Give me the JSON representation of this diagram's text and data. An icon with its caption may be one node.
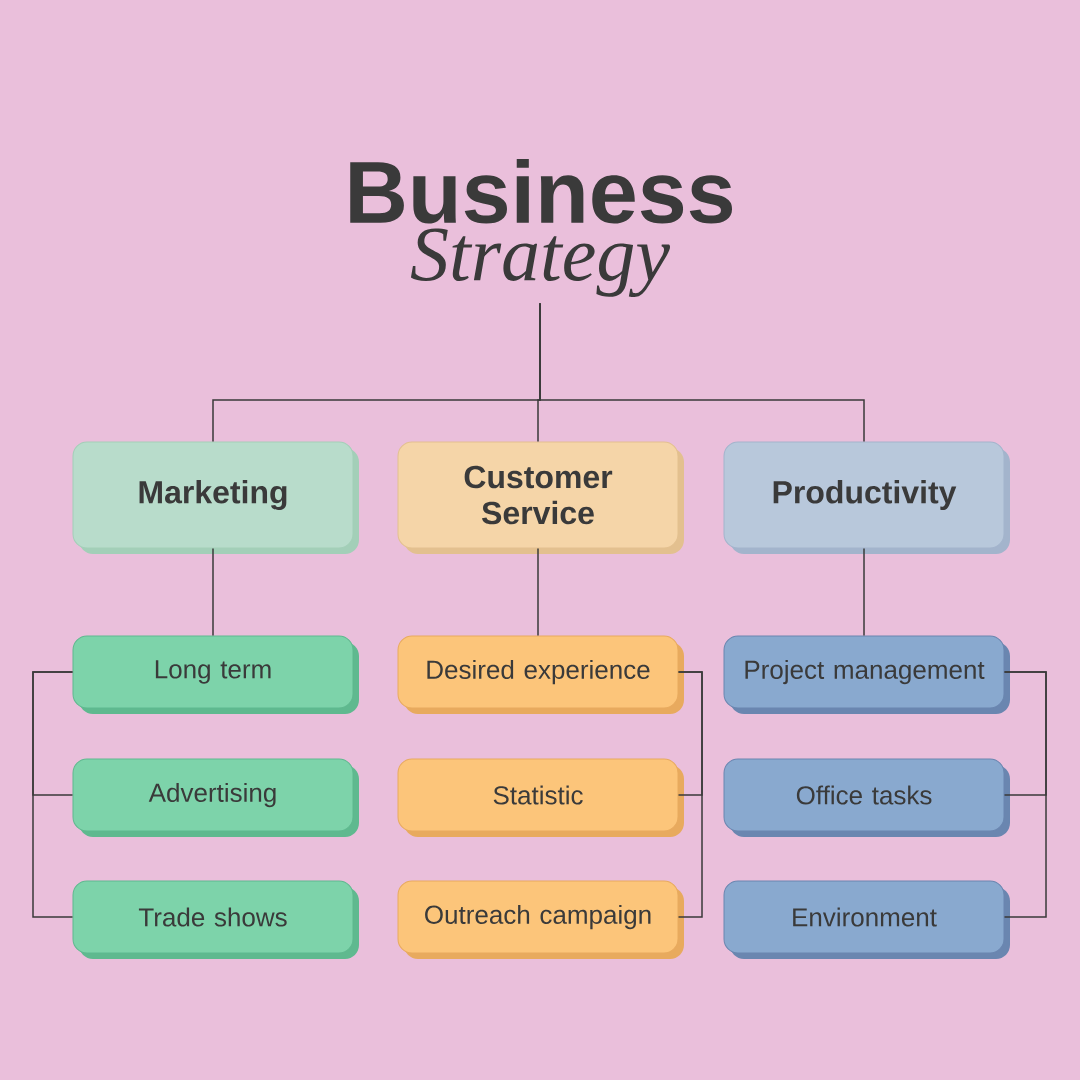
{
  "diagram": {
    "nodes": [
      {
        "text": [
          "Business",
          "Strategy"
        ]
      },
      {
        "text": [
          "Marketing"
        ]
      },
      {
        "text": [
          "Customer Service"
        ]
      },
      {
        "text": [
          "Productivity"
        ]
      },
      {
        "text": [
          "Long term"
        ]
      },
      {
        "text": [
          "Advertising"
        ]
      },
      {
        "text": [
          "Trade shows"
        ]
      },
      {
        "text": [
          "Desired experience"
        ]
      },
      {
        "text": [
          "Statistic"
        ]
      },
      {
        "text": [
          "Outreach campaign"
        ]
      },
      {
        "text": [
          "Project management"
        ]
      },
      {
        "text": [
          "Office tasks"
        ]
      },
      {
        "text": [
          "Environment"
        ]
      }
    ],
    "edges": [
      {
        "from": 0,
        "to": 1,
        "arrow": "none"
      },
      {
        "from": 0,
        "to": 2,
        "arrow": "none"
      },
      {
        "from": 0,
        "to": 3,
        "arrow": "none"
      },
      {
        "from": 1,
        "to": 4,
        "arrow": "none"
      },
      {
        "from": 2,
        "to": 7,
        "arrow": "none"
      },
      {
        "from": 3,
        "to": 10,
        "arrow": "none"
      },
      {
        "from": 4,
        "to": 5,
        "arrow": "none"
      },
      {
        "from": 4,
        "to": 6,
        "arrow": "none"
      },
      {
        "from": 7,
        "to": 8,
        "arrow": "none"
      },
      {
        "from": 7,
        "to": 9,
        "arrow": "none"
      },
      {
        "from": 10,
        "to": 11,
        "arrow": "none"
      },
      {
        "from": 10,
        "to": 12,
        "arrow": "none"
      }
    ]
  }
}
